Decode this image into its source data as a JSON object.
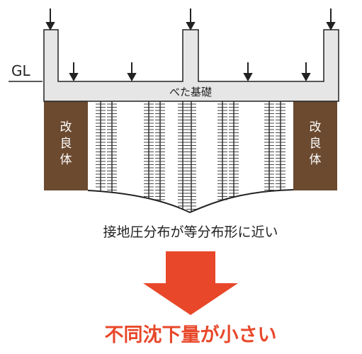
{
  "ground_label": "GL",
  "foundation_label": "べた基礎",
  "improved_body_left": "改良体",
  "improved_body_right": "改良体",
  "pressure_caption": "接地圧分布が等分布形に近い",
  "result_caption": "不同沈下量が小さい",
  "colors": {
    "foundation_fill": "#e6e6e6",
    "foundation_stroke": "#222222",
    "improved_body": "#6b4a30",
    "arrow_orange": "#e8472a",
    "result_text": "#e8472a",
    "text": "#222222"
  }
}
